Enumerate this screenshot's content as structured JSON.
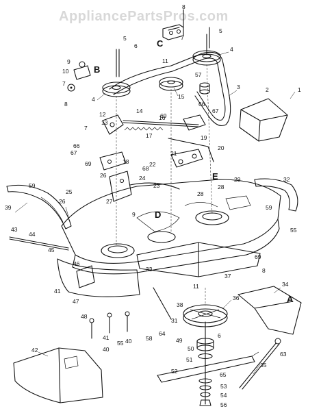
{
  "watermark": "AppliancePartsPros.com",
  "section_letters": [
    {
      "id": "A",
      "text": "A"
    },
    {
      "id": "B",
      "text": "B"
    },
    {
      "id": "C",
      "text": "C"
    },
    {
      "id": "D",
      "text": "D"
    },
    {
      "id": "E",
      "text": "E"
    }
  ],
  "callouts": {
    "c1": "1",
    "c2": "2",
    "c3": "3",
    "c4a": "4",
    "c4b": "4",
    "c5": "5",
    "c6a": "6",
    "c6b": "6",
    "c7a": "7",
    "c7b": "7",
    "c7c": "7",
    "c8a": "8",
    "c8b": "8",
    "c8c": "8",
    "c9a": "9",
    "c9b": "9",
    "c10": "10",
    "c11a": "11",
    "c11b": "11",
    "c12": "12",
    "c13": "13",
    "c14": "14",
    "c15": "15",
    "c16": "16",
    "c17": "17",
    "c18": "18",
    "c19": "19",
    "c20": "20",
    "c21": "21",
    "c22": "22",
    "c23": "23",
    "c24": "24",
    "c25": "25",
    "c26a": "26",
    "c26b": "26",
    "c27": "27",
    "c28a": "28",
    "c28b": "28",
    "c29": "29",
    "c31": "31",
    "c32": "32",
    "c33": "33",
    "c34": "34",
    "c35": "35",
    "c36": "36",
    "c37": "37",
    "c38": "38",
    "c39": "39",
    "c40": "40",
    "c41a": "41",
    "c41b": "41",
    "c42": "42",
    "c43": "43",
    "c44": "44",
    "c45": "45",
    "c46": "46",
    "c47": "47",
    "c48": "48",
    "c49": "49",
    "c50": "50",
    "c51": "51",
    "c52": "52",
    "c53": "53",
    "c54": "54",
    "c55a": "55",
    "c55b": "55",
    "c56": "56",
    "c57": "57",
    "c58": "58",
    "c59a": "59",
    "c59b": "59",
    "c63": "63",
    "c64": "64",
    "c65": "65",
    "c66a": "66",
    "c66b": "66",
    "c67a": "67",
    "c67b": "67",
    "c68": "68",
    "c69a": "69",
    "c69b": "69",
    "c69c": "69"
  }
}
